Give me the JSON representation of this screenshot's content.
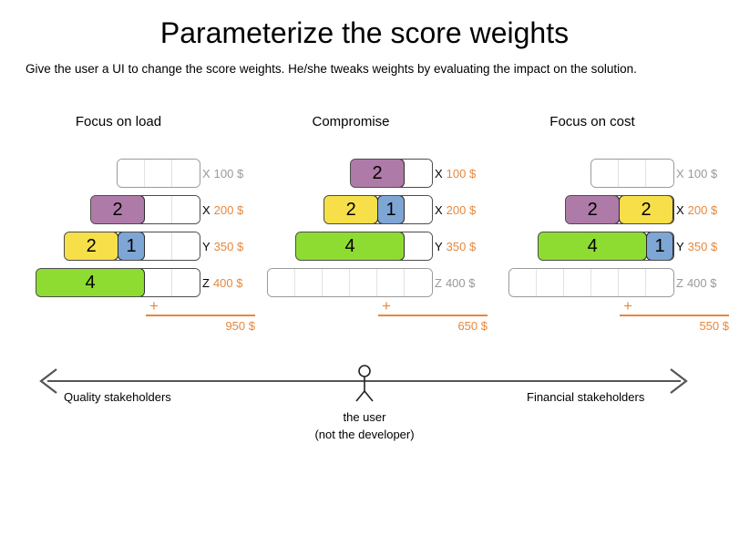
{
  "header": {
    "title": "Parameterize the score weights",
    "subtitle": "Give the user a UI to change the score weights. He/she tweaks weights by evaluating the impact on the solution."
  },
  "colors": {
    "purple": "#AE7BA8",
    "yellow": "#F7DF4A",
    "blue": "#7EA6D4",
    "green": "#8EDC32",
    "accent_orange": "#E8873A",
    "inactive_grey": "#999999",
    "axis_grey": "#555555"
  },
  "columns": [
    {
      "heading": "Focus on load",
      "rows": [
        {
          "key": "X",
          "price": "100 $",
          "active": false,
          "empty_cells": 3,
          "segments": []
        },
        {
          "key": "X",
          "price": "200 $",
          "active": true,
          "empty_cells": 2,
          "segments": [
            {
              "value": "2",
              "units": 2,
              "color": "purple"
            }
          ]
        },
        {
          "key": "Y",
          "price": "350 $",
          "active": true,
          "empty_cells": 2,
          "segments": [
            {
              "value": "2",
              "units": 2,
              "color": "yellow"
            },
            {
              "value": "1",
              "units": 1,
              "color": "blue"
            }
          ]
        },
        {
          "key": "Z",
          "price": "400 $",
          "active": true,
          "empty_cells": 2,
          "segments": [
            {
              "value": "4",
              "units": 4,
              "color": "green"
            }
          ]
        }
      ],
      "sum_symbol": "+",
      "total": "950 $"
    },
    {
      "heading": "Compromise",
      "rows": [
        {
          "key": "X",
          "price": "100 $",
          "active": true,
          "empty_cells": 1,
          "segments": [
            {
              "value": "2",
              "units": 2,
              "color": "purple"
            }
          ]
        },
        {
          "key": "X",
          "price": "200 $",
          "active": true,
          "empty_cells": 1,
          "segments": [
            {
              "value": "2",
              "units": 2,
              "color": "yellow"
            },
            {
              "value": "1",
              "units": 1,
              "color": "blue"
            }
          ]
        },
        {
          "key": "Y",
          "price": "350 $",
          "active": true,
          "empty_cells": 1,
          "segments": [
            {
              "value": "4",
              "units": 4,
              "color": "green"
            }
          ]
        },
        {
          "key": "Z",
          "price": "400 $",
          "active": false,
          "empty_cells": 6,
          "segments": []
        }
      ],
      "sum_symbol": "+",
      "total": "650 $"
    },
    {
      "heading": "Focus on cost",
      "rows": [
        {
          "key": "X",
          "price": "100 $",
          "active": false,
          "empty_cells": 3,
          "segments": []
        },
        {
          "key": "X",
          "price": "200 $",
          "active": true,
          "empty_cells": 0,
          "segments": [
            {
              "value": "2",
              "units": 2,
              "color": "purple"
            },
            {
              "value": "2",
              "units": 2,
              "color": "yellow"
            }
          ]
        },
        {
          "key": "Y",
          "price": "350 $",
          "active": true,
          "empty_cells": 0,
          "segments": [
            {
              "value": "4",
              "units": 4,
              "color": "green"
            },
            {
              "value": "1",
              "units": 1,
              "color": "blue"
            }
          ]
        },
        {
          "key": "Z",
          "price": "400 $",
          "active": false,
          "empty_cells": 6,
          "segments": []
        }
      ],
      "sum_symbol": "+",
      "total": "550 $"
    }
  ],
  "axis": {
    "left_label": "Quality stakeholders",
    "right_label": "Financial stakeholders",
    "user_caption_line1": "the user",
    "user_caption_line2": "(not the developer)"
  }
}
